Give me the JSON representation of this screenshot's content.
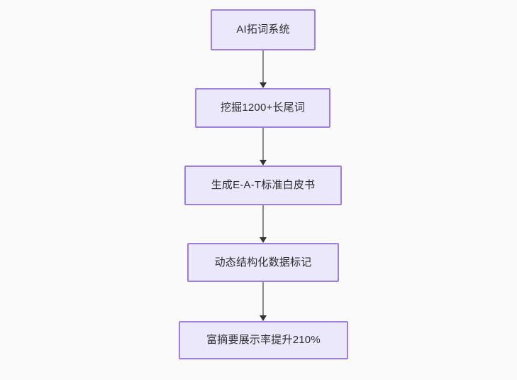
{
  "diagram": {
    "type": "flowchart",
    "orientation": "top-to-bottom",
    "background_color": "#fafafa",
    "node_fill_color": "#ece8fb",
    "node_border_color": "#9d7fdd",
    "node_text_color": "#2e2e32",
    "connector_line_color": "#8a8a8a",
    "connector_arrow_color": "#333333",
    "nodes": [
      {
        "id": "node-1",
        "label": "AI拓词系统"
      },
      {
        "id": "node-2",
        "label": "挖掘1200+长尾词"
      },
      {
        "id": "node-3",
        "label": "生成E-A-T标准白皮书"
      },
      {
        "id": "node-4",
        "label": "动态结构化数据标记"
      },
      {
        "id": "node-5",
        "label": "富摘要展示率提升210%"
      }
    ],
    "edges": [
      {
        "id": "conn-1",
        "from": "node-1",
        "to": "node-2",
        "arrow": "down-arrow-icon"
      },
      {
        "id": "conn-2",
        "from": "node-2",
        "to": "node-3",
        "arrow": "down-arrow-icon"
      },
      {
        "id": "conn-3",
        "from": "node-3",
        "to": "node-4",
        "arrow": "down-arrow-icon"
      },
      {
        "id": "conn-4",
        "from": "node-4",
        "to": "node-5",
        "arrow": "down-arrow-icon"
      }
    ]
  }
}
